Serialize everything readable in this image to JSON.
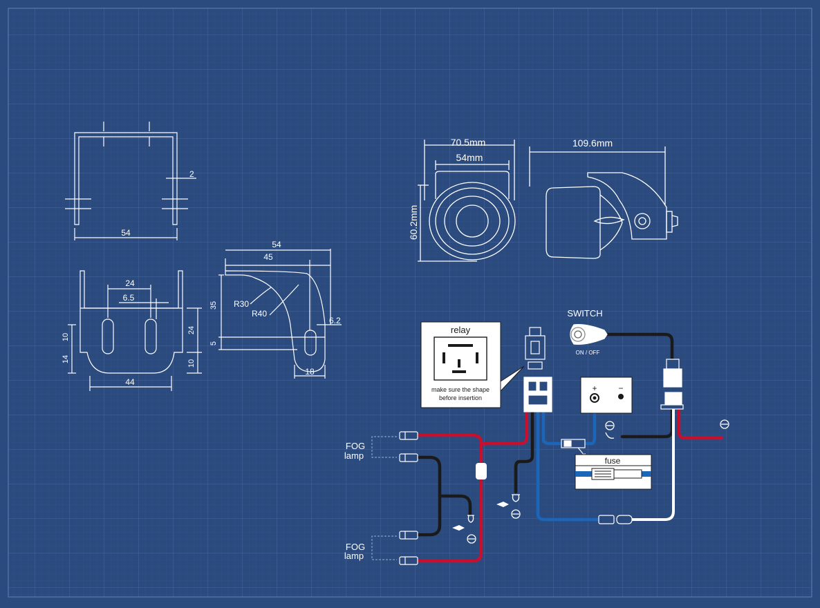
{
  "bracket_front": {
    "width": "54",
    "thickness": "2"
  },
  "bracket_base": {
    "hole_spacing": "24",
    "hole_width": "6.5",
    "base_width": "44",
    "left_10": "10",
    "left_14": "14",
    "right_24": "24",
    "right_10": "10"
  },
  "bracket_side": {
    "top_54": "54",
    "top_45": "45",
    "height_35": "35",
    "height_5": "5",
    "r30": "R30",
    "r40": "R40",
    "slot_6_2": "6.2",
    "bottom_18": "18"
  },
  "lamp_dims": {
    "overall_width": "70.5mm",
    "inner_width": "54mm",
    "height": "60.2mm",
    "length": "109.6mm"
  },
  "wiring": {
    "relay_title": "relay",
    "relay_note_1": "make sure the shape",
    "relay_note_2": "before insertion",
    "switch_label": "SWITCH",
    "switch_state": "ON / OFF",
    "fuse_label": "fuse",
    "battery_plus": "+",
    "battery_minus": "−",
    "fog_1_a": "FOG",
    "fog_1_b": "lamp",
    "fog_2_a": "FOG",
    "fog_2_b": "lamp"
  },
  "colors": {
    "background": "#2b4a7e",
    "line": "#ffffff",
    "red_wire": "#c8102e",
    "black_wire": "#1a1a1a",
    "blue_wire": "#1b66b8",
    "white_wire": "#ffffff"
  }
}
